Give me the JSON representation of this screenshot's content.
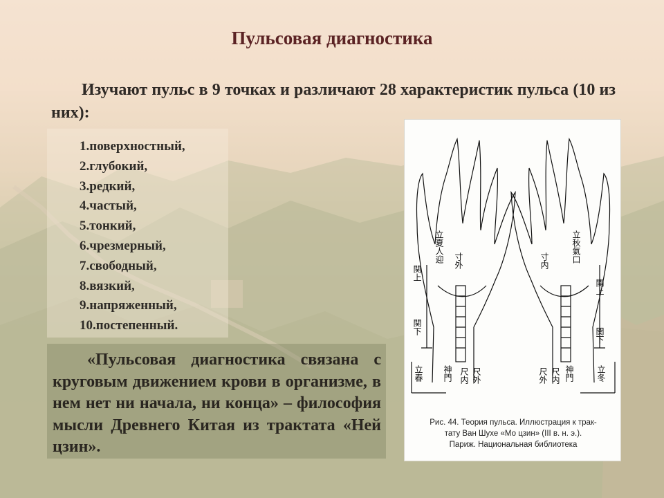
{
  "slide": {
    "title": "Пульсовая диагностика",
    "intro": "Изучают пульс в 9 точках и различают 28 характеристик пульса (10 из них):",
    "list_items": [
      "1.поверхностный,",
      "2.глубокий,",
      "3.редкий,",
      "4.частый,",
      "5.тонкий,",
      "6.чрезмерный,",
      "7.свободный,",
      "8.вязкий,",
      "9.напряженный,",
      "10.постепенный."
    ],
    "quote": "«Пульсовая диагностика связана с круговым движением крови в организме, в нем нет ни начала, ни конца» – философия мысли Древнего Китая из трактата «Ней цзин».",
    "figure": {
      "caption_line1": "Рис. 44. Теория пульса. Иллюстрация к трак-",
      "caption_line2": "тату Ван Шухе «Мо цзин» (III в. н. э.).",
      "caption_line3": "Париж. Национальная библиотека",
      "labels_left": {
        "vertical_1": "立夏人迎",
        "cun": "寸外",
        "guan_upper": "関上",
        "guan_lower": "関下",
        "chi": "尺内",
        "shenmen": "神門",
        "chi2": "尺外",
        "spring": "立春"
      },
      "labels_right": {
        "vertical_1": "立秋氣口",
        "cun": "寸内",
        "guan_upper": "関上",
        "guan_lower": "関下",
        "chi": "尺外",
        "shenmen": "神門",
        "chi2": "尺内",
        "winter": "立冬"
      }
    }
  },
  "colors": {
    "title": "#5b2324",
    "text": "#2e2b27",
    "quote_bg": "#787c5c"
  }
}
